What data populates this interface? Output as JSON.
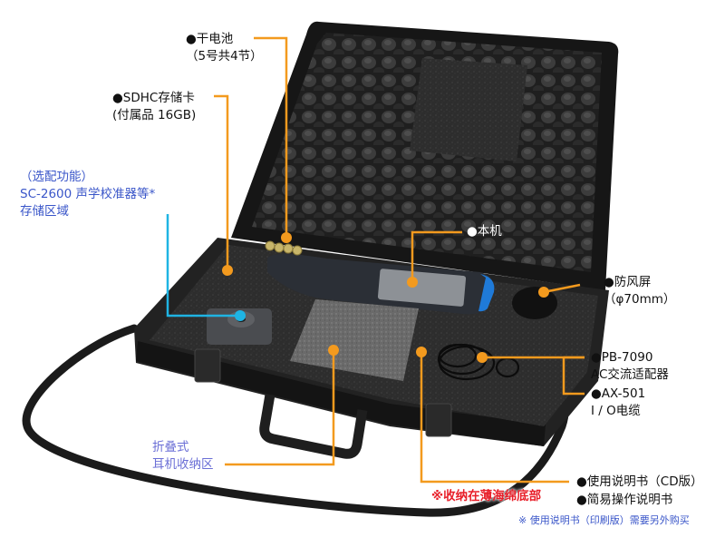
{
  "image": {
    "subject": "sound-level-meter carrying case with accessories",
    "colors": {
      "callout_line_orange": "#f39a1e",
      "callout_line_cyan": "#1fb4e3",
      "label_blue": "#3a56c9",
      "label_violet": "#6b6fd6",
      "label_red": "#e8202a",
      "case_black": "#1c1c1c",
      "foam_dark": "#2e2e2e",
      "foam_gray": "#6a6a6a"
    }
  },
  "callouts": {
    "battery": {
      "title": "●干电池",
      "detail": "（5号共4节）"
    },
    "sd_card": {
      "title": "●SDHC存储卡",
      "detail": "(付属品 16GB)"
    },
    "calibrator": {
      "line1": "（选配功能）",
      "line2": "SC-2600 声学校准器等*",
      "line3": "存储区域"
    },
    "main_unit": {
      "title": "●本机"
    },
    "windscreen": {
      "title": "●防风屏",
      "detail": "（φ70mm）"
    },
    "ac_adapter": {
      "title": "●PB-7090",
      "detail": "AC交流适配器"
    },
    "io_cable": {
      "title": "●AX-501",
      "detail": "I / O电缆"
    },
    "headphone_area": {
      "line1": "折叠式",
      "line2": "耳机收纳区"
    },
    "under_foam_note": "※收纳在薄海绵底部",
    "manual_cd": "●使用说明书（CD版）",
    "quick_manual": "●简易操作说明书",
    "footnote": "※ 使用说明书（印刷版）需要另外购买"
  }
}
